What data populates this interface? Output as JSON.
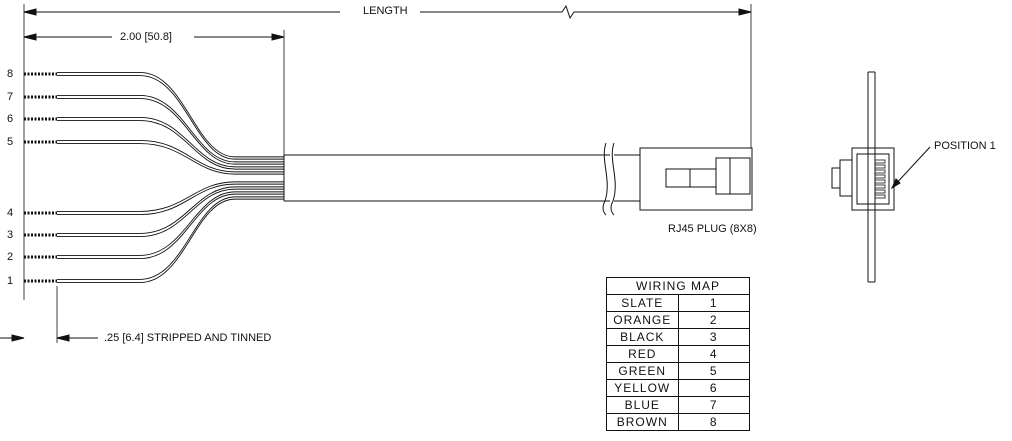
{
  "dimensions": {
    "length": "LENGTH",
    "breakout": "2.00 [50.8]",
    "strip": ".25 [6.4] STRIPPED AND TINNED"
  },
  "connector": {
    "plug_label": "RJ45 PLUG (8X8)",
    "position_label": "POSITION 1"
  },
  "pins": [
    "8",
    "7",
    "6",
    "5",
    "4",
    "3",
    "2",
    "1"
  ],
  "wiring_map": {
    "title": "WIRING MAP",
    "rows": [
      {
        "color": "SLATE",
        "pin": "1"
      },
      {
        "color": "ORANGE",
        "pin": "2"
      },
      {
        "color": "BLACK",
        "pin": "3"
      },
      {
        "color": "RED",
        "pin": "4"
      },
      {
        "color": "GREEN",
        "pin": "5"
      },
      {
        "color": "YELLOW",
        "pin": "6"
      },
      {
        "color": "BLUE",
        "pin": "7"
      },
      {
        "color": "BROWN",
        "pin": "8"
      }
    ]
  }
}
